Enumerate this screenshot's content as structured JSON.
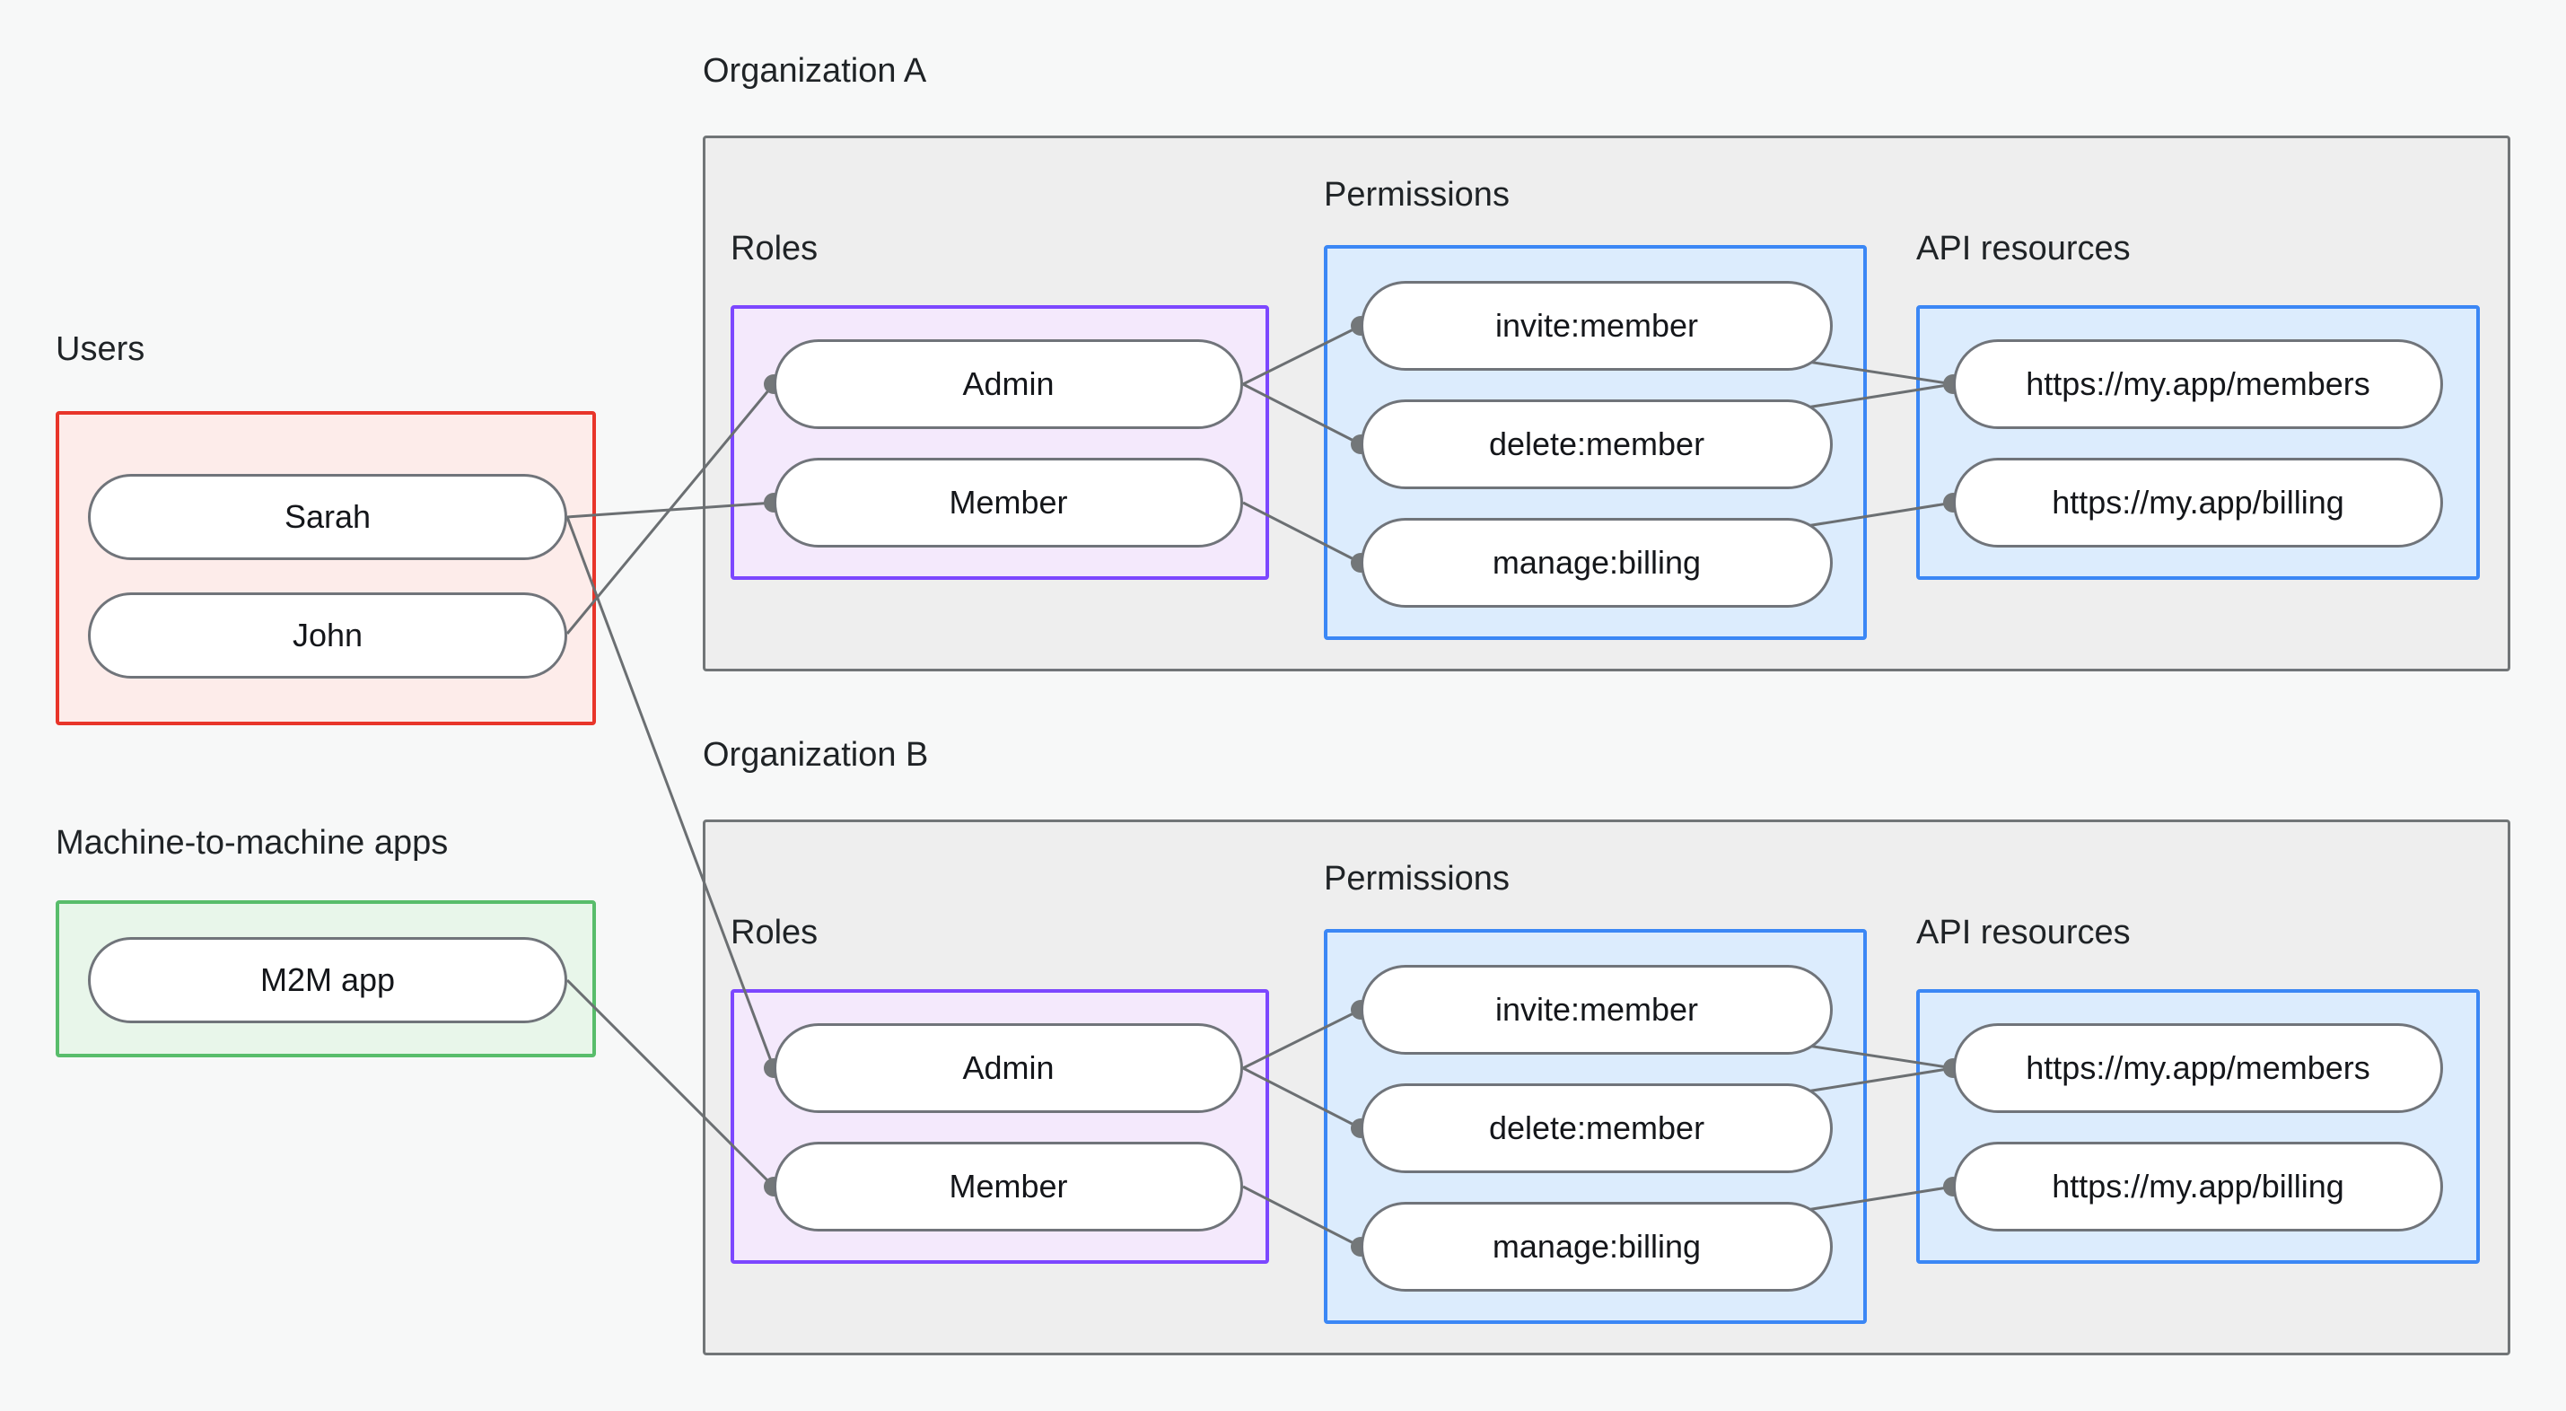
{
  "diagram": {
    "title_hidden": "",
    "colors": {
      "background": "#f7f8f8",
      "users_border": "#e8352a",
      "users_fill": "#fdecea",
      "m2m_border": "#58bd6b",
      "m2m_fill": "#e8f6ea",
      "org_border": "#717577",
      "org_fill": "#eeeeee",
      "roles_border": "#7c47ff",
      "roles_fill": "#f4e9fc",
      "permissions_border": "#3b87f5",
      "permissions_fill": "#dcecfd",
      "api_border": "#3b87f5",
      "api_fill": "#dcecfd",
      "pill_border": "#70747a",
      "pill_fill": "#ffffff",
      "edge": "#6b6f72"
    }
  },
  "users": {
    "label": "Users",
    "items": [
      {
        "label": "Sarah"
      },
      {
        "label": "John"
      }
    ]
  },
  "m2m": {
    "label": "Machine-to-machine apps",
    "items": [
      {
        "label": "M2M app"
      }
    ]
  },
  "organizations": [
    {
      "label": "Organization A",
      "roles": {
        "label": "Roles",
        "items": [
          {
            "label": "Admin"
          },
          {
            "label": "Member"
          }
        ]
      },
      "permissions": {
        "label": "Permissions",
        "items": [
          {
            "label": "invite:member"
          },
          {
            "label": "delete:member"
          },
          {
            "label": "manage:billing"
          }
        ]
      },
      "api_resources": {
        "label": "API resources",
        "items": [
          {
            "label": "https://my.app/members"
          },
          {
            "label": "https://my.app/billing"
          }
        ]
      }
    },
    {
      "label": "Organization B",
      "roles": {
        "label": "Roles",
        "items": [
          {
            "label": "Admin"
          },
          {
            "label": "Member"
          }
        ]
      },
      "permissions": {
        "label": "Permissions",
        "items": [
          {
            "label": "invite:member"
          },
          {
            "label": "delete:member"
          },
          {
            "label": "manage:billing"
          }
        ]
      },
      "api_resources": {
        "label": "API resources",
        "items": [
          {
            "label": "https://my.app/members"
          },
          {
            "label": "https://my.app/billing"
          }
        ]
      }
    }
  ],
  "connections": [
    {
      "from": "Sarah",
      "to": "Organization A / Member"
    },
    {
      "from": "Sarah",
      "to": "Organization B / Admin"
    },
    {
      "from": "John",
      "to": "Organization A / Admin"
    },
    {
      "from": "M2M app",
      "to": "Organization B / Member"
    },
    {
      "from": "Organization A / Admin",
      "to": "Organization A / invite:member"
    },
    {
      "from": "Organization A / Admin",
      "to": "Organization A / delete:member"
    },
    {
      "from": "Organization A / Member",
      "to": "Organization A / manage:billing"
    },
    {
      "from": "Organization A / invite:member",
      "to": "Organization A / https://my.app/members"
    },
    {
      "from": "Organization A / delete:member",
      "to": "Organization A / https://my.app/members"
    },
    {
      "from": "Organization A / manage:billing",
      "to": "Organization A / https://my.app/billing"
    },
    {
      "from": "Organization B / Admin",
      "to": "Organization B / invite:member"
    },
    {
      "from": "Organization B / Admin",
      "to": "Organization B / delete:member"
    },
    {
      "from": "Organization B / Member",
      "to": "Organization B / manage:billing"
    },
    {
      "from": "Organization B / invite:member",
      "to": "Organization B / https://my.app/members"
    },
    {
      "from": "Organization B / delete:member",
      "to": "Organization B / https://my.app/members"
    },
    {
      "from": "Organization B / manage:billing",
      "to": "Organization B / https://my.app/billing"
    }
  ]
}
